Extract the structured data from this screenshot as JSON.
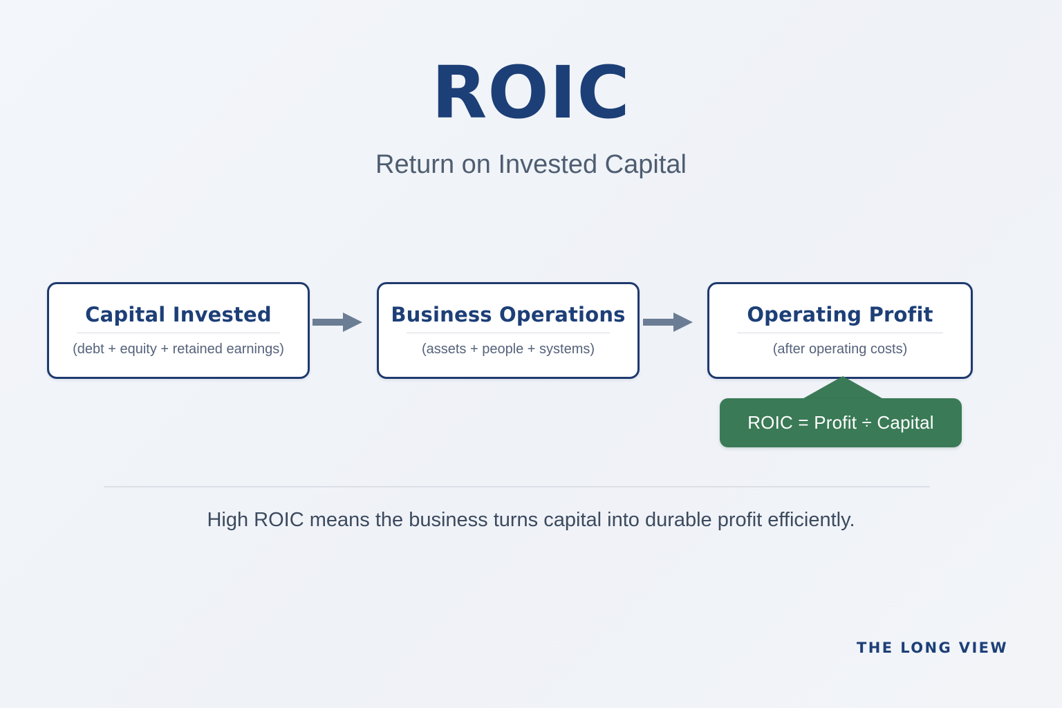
{
  "header": {
    "title": "ROIC",
    "subtitle": "Return on Invested Capital"
  },
  "flow": {
    "steps": [
      {
        "title": "Capital Invested",
        "sub": "(debt + equity + retained earnings)"
      },
      {
        "title": "Business Operations",
        "sub": "(assets + people + systems)"
      },
      {
        "title": "Operating Profit",
        "sub": "(after operating costs)"
      }
    ],
    "arrows": [
      "arrow-right",
      "arrow-right"
    ]
  },
  "callout": {
    "text": "ROIC = Profit ÷ Capital"
  },
  "footer": {
    "caption": "High ROIC means the business turns capital into durable profit efficiently.",
    "brand": "THE LONG VIEW"
  },
  "colors": {
    "background": "#f1f4f8",
    "navy": "#1d3f77",
    "border_navy": "#1e3a6e",
    "slate": "#4e5d70",
    "sub_slate": "#55627a",
    "green": "#3a7a56",
    "arrow_gray": "#6b7d94",
    "divider": "#d6dae2",
    "rule": "#dcdfe6"
  }
}
